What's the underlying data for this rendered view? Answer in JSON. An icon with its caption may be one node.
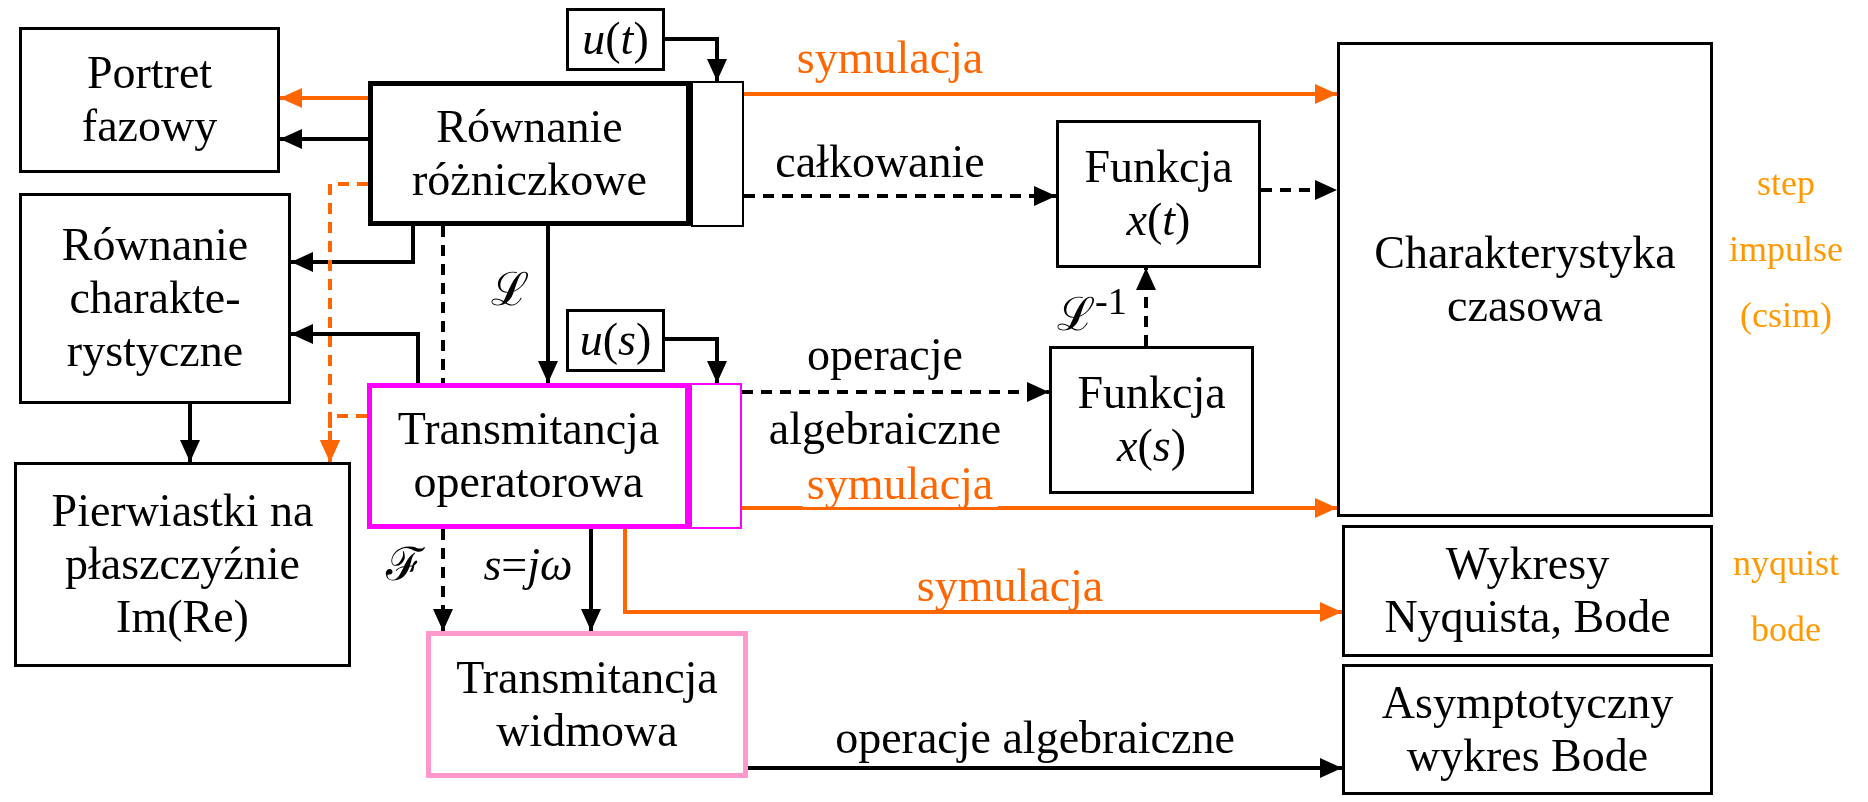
{
  "diagram": {
    "nodes": [
      {
        "text": [
          "Portret fazowy"
        ]
      },
      {
        "text": [
          "*u*(*t*)"
        ]
      },
      {
        "text": [
          "Równanie różniczkowe"
        ]
      },
      {
        "text": [],
        "shape": "box"
      },
      {
        "text": [
          "Funkcja *x*(*t*)"
        ]
      },
      {
        "text": [
          "Charakterystyka czasowa"
        ],
        "beside": [
          "step",
          "impulse",
          "(csim)"
        ]
      },
      {
        "text": [
          "Równanie charakte- rystyczne"
        ]
      },
      {
        "text": [
          "*u*(*s*)"
        ]
      },
      {
        "text": [
          "Transmitancja operatorowa"
        ]
      },
      {
        "text": [],
        "shape": "box"
      },
      {
        "text": [
          "Funkcja *x*(*s*)"
        ]
      },
      {
        "text": [
          "Pierwiastki na płaszczyźnie Im(Re)"
        ]
      },
      {
        "text": [
          "Transmitancja widmowa"
        ]
      },
      {
        "text": [
          "Wykresy Nyquista, Bode"
        ],
        "beside": [
          "nyquist",
          "bode"
        ]
      },
      {
        "text": [
          "Asymptotyczny wykres Bode"
        ]
      }
    ],
    "edges": [
      {
        "from": 2,
        "to": 0,
        "arrow": "to",
        "color": "#ff6600"
      },
      {
        "from": 2,
        "to": 0,
        "arrow": "to"
      },
      {
        "from": 2,
        "to": 6,
        "arrow": "to"
      },
      {
        "from": 8,
        "to": 6,
        "arrow": "to"
      },
      {
        "from": 2,
        "to": 11,
        "arrow": "to",
        "style": "dashed",
        "color": "#ff6600"
      },
      {
        "from": 8,
        "to": 11,
        "arrow": "to",
        "style": "dashed",
        "color": "#ff6600"
      },
      {
        "from": 6,
        "to": 11,
        "arrow": "to"
      },
      {
        "from": 2,
        "to": 8,
        "arrow": "to",
        "label": "ℒ"
      },
      {
        "from": 2,
        "to": 8,
        "arrow": "none",
        "style": "dashed"
      },
      {
        "from": 8,
        "to": 12,
        "arrow": "to",
        "style": "dashed",
        "label": "ℱ"
      },
      {
        "from": 8,
        "to": 12,
        "arrow": "to",
        "label": "*s*=*jω*"
      },
      {
        "from": 1,
        "to": 3,
        "arrow": "to"
      },
      {
        "from": 3,
        "to": 5,
        "arrow": "to",
        "label": "symulacja",
        "color": "#ff6600"
      },
      {
        "from": 3,
        "to": 4,
        "arrow": "to",
        "style": "dashed",
        "label": "całkowanie"
      },
      {
        "from": 4,
        "to": 5,
        "arrow": "to",
        "style": "dashed"
      },
      {
        "from": 7,
        "to": 9,
        "arrow": "to"
      },
      {
        "from": 9,
        "to": 10,
        "arrow": "to",
        "style": "dashed",
        "label": "operacje algebraiczne"
      },
      {
        "from": 10,
        "to": 4,
        "arrow": "to",
        "style": "dashed",
        "label": "ℒ$^{-1}$"
      },
      {
        "from": 9,
        "to": 5,
        "arrow": "to",
        "label": "symulacja",
        "color": "#ff6600"
      },
      {
        "from": 8,
        "to": 13,
        "arrow": "to",
        "label": "symulacja",
        "color": "#ff6600"
      },
      {
        "from": 12,
        "to": 14,
        "arrow": "to",
        "label": "operacje algebraiczne"
      }
    ]
  }
}
